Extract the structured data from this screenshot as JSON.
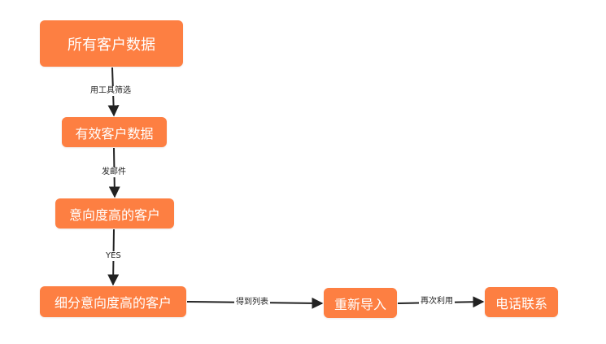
{
  "colors": {
    "node_fill": "#fd7f42",
    "node_text": "#ffffff",
    "edge": "#222222"
  },
  "nodes": {
    "all_customers": "所有客户数据",
    "valid_customers": "有效客户数据",
    "high_intent": "意向度高的客户",
    "segmented_high_intent": "细分意向度高的客户",
    "reimport": "重新导入",
    "phone_contact": "电话联系"
  },
  "edges": {
    "filter_with_tools": "用工具筛选",
    "send_email": "发邮件",
    "yes": "YES",
    "get_list": "得到列表",
    "reuse": "再次利用"
  }
}
